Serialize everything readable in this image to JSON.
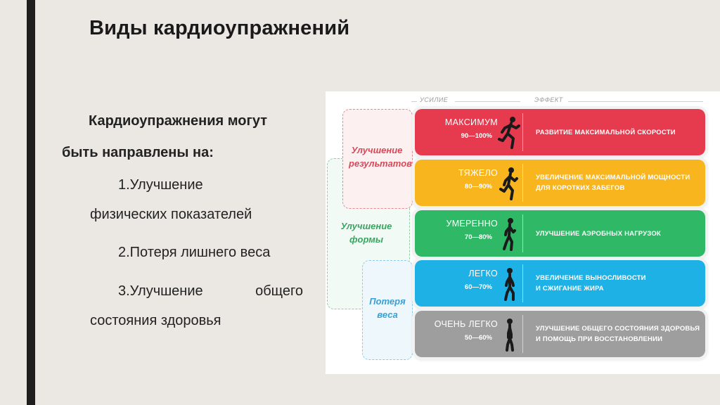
{
  "slide": {
    "title": "Виды кардиоупражнений",
    "intro_line1": "Кардиоупражнения  могут",
    "intro_line2": "быть направлены на:",
    "item1_line1": "1.Улучшение",
    "item1_line2": "физических показателей",
    "item2": "2.Потеря лишнего веса",
    "item3_word1": "3.Улучшение",
    "item3_word2": "общего",
    "item3_line2": "состояния здоровья"
  },
  "infographic": {
    "header_effort": "УСИЛИЕ",
    "header_effect": "ЭФФЕКТ",
    "groups": {
      "results": [
        "Улучшение",
        "результатов"
      ],
      "form": [
        "Улучшение",
        "формы"
      ],
      "weight": [
        "Потеря",
        "веса"
      ]
    },
    "zones": [
      {
        "name": "МАКСИМУМ",
        "percent": "90—100%",
        "effect1": "РАЗВИТИЕ МАКСИМАЛЬНОЙ СКОРОСТИ",
        "effect2": "",
        "color": "#e63b4e"
      },
      {
        "name": "ТЯЖЕЛО",
        "percent": "80—90%",
        "effect1": "УВЕЛИЧЕНИЕ МАКСИМАЛЬНОЙ МОЩНОСТИ",
        "effect2": "ДЛЯ КОРОТКИХ ЗАБЕГОВ",
        "color": "#f8b51d"
      },
      {
        "name": "УМЕРЕННО",
        "percent": "70—80%",
        "effect1": "УЛУЧШЕНИЕ АЭРОБНЫХ НАГРУЗОК",
        "effect2": "",
        "color": "#2fb865"
      },
      {
        "name": "ЛЕГКО",
        "percent": "60—70%",
        "effect1": "УВЕЛИЧЕНИЕ ВЫНОСЛИВОСТИ",
        "effect2": "И СЖИГАНИЕ ЖИРА",
        "color": "#1eb1e6"
      },
      {
        "name": "ОЧЕНЬ ЛЕГКО",
        "percent": "50—60%",
        "effect1": "УЛУЧШЕНИЕ ОБЩЕГО СОСТОЯНИЯ ЗДОРОВЬЯ",
        "effect2": "И ПОМОЩЬ ПРИ ВОССТАНОВЛЕНИИ",
        "color": "#9e9e9e"
      }
    ]
  }
}
